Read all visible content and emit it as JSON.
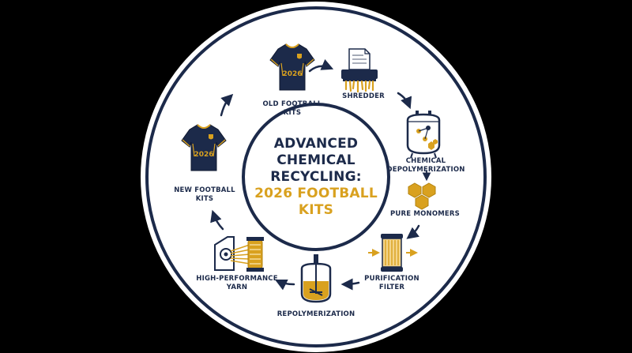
{
  "title": {
    "line1": "ADVANCED",
    "line2": "CHEMICAL",
    "line3": "RECYCLING:",
    "line4": "2026 FOOTBALL",
    "line5": "KITS"
  },
  "jersey_number": "2026",
  "steps": {
    "old_kits": {
      "line1": "OLD FOOTBALL",
      "line2": "KITS"
    },
    "shredder": {
      "line1": "SHREDDER"
    },
    "depolymerization": {
      "line1": "CHEMICAL",
      "line2": "DEPOLYMERIZATION"
    },
    "monomers": {
      "line1": "PURE MONOMERS"
    },
    "filter": {
      "line1": "PURIFICATION",
      "line2": "FILTER"
    },
    "repolymerization": {
      "line1": "REPOLYMERIZATION"
    },
    "yarn": {
      "line1": "HIGH-PERFORMANCE",
      "line2": "YARN"
    },
    "new_kits": {
      "line1": "NEW FOOTBALL",
      "line2": "KITS"
    }
  },
  "colors": {
    "navy": "#1c2a4a",
    "gold": "#d9a11f",
    "background": "#000000",
    "disc": "#ffffff"
  },
  "icons": [
    "jersey-icon",
    "shredder-icon",
    "reactor-icon",
    "monomer-icon",
    "filter-icon",
    "reactor-tank-icon",
    "spinning-machine-icon",
    "jersey-icon"
  ]
}
